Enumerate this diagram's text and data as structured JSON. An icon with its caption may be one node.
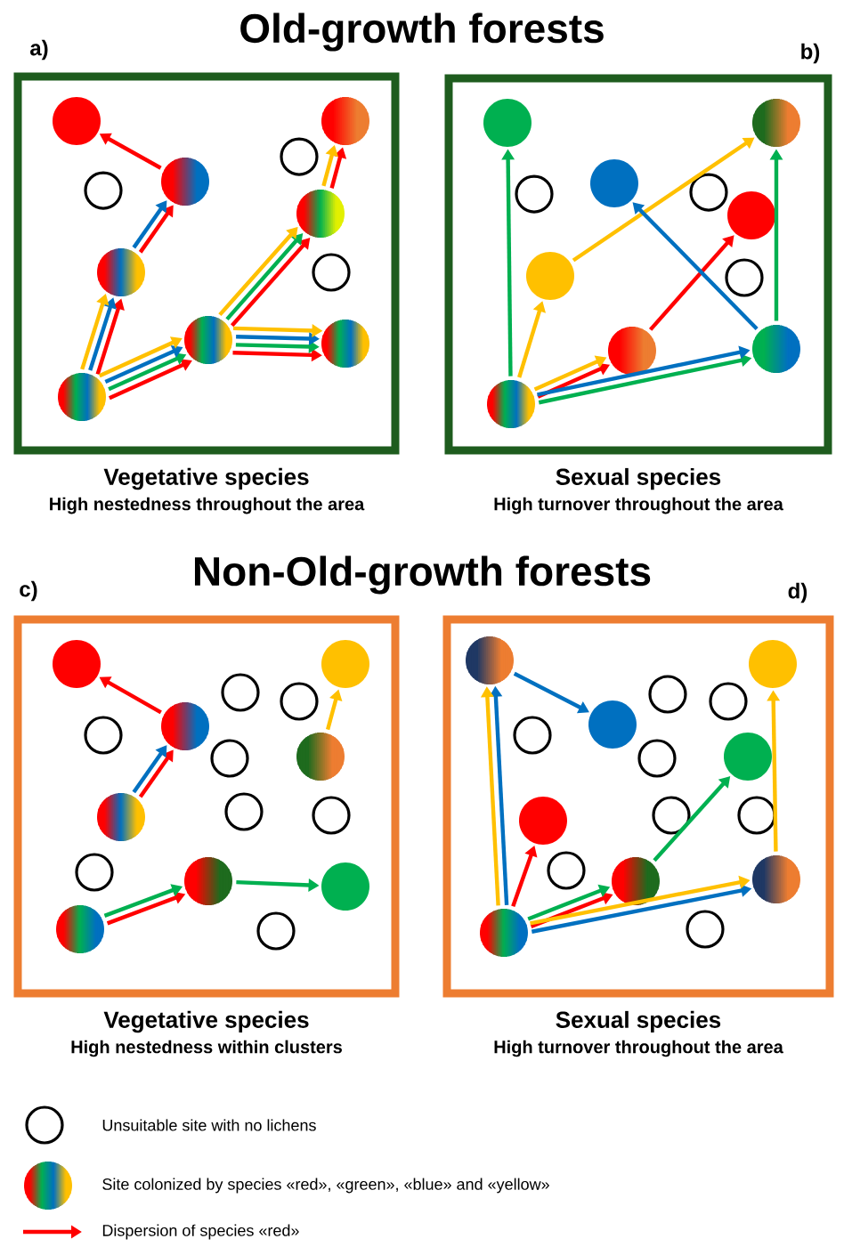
{
  "diagram": {
    "nodes": [
      {
        "text": [],
        "shape": "box",
        "beside": [
          "Vegetative species",
          "High nestedness throughout the area"
        ]
      },
      {
        "text": [],
        "shape": "circle",
        "in": 0
      },
      {
        "text": [],
        "shape": "circle",
        "in": 0
      },
      {
        "text": [],
        "shape": "circle",
        "in": 0
      },
      {
        "text": [],
        "shape": "circle",
        "in": 0
      },
      {
        "text": [],
        "shape": "circle",
        "in": 0
      },
      {
        "text": [],
        "shape": "circle",
        "in": 0
      },
      {
        "text": [],
        "shape": "circle",
        "in": 0
      },
      {
        "text": [],
        "shape": "circle",
        "in": 0
      },
      {
        "text": [],
        "shape": "circle",
        "in": 0
      },
      {
        "text": [],
        "shape": "circle",
        "in": 0
      },
      {
        "text": [],
        "shape": "circle",
        "in": 0
      },
      {
        "text": [],
        "shape": "box",
        "beside": [
          "Sexual species",
          "High turnover throughout the area"
        ]
      },
      {
        "text": [],
        "shape": "circle",
        "in": 12
      },
      {
        "text": [],
        "shape": "circle",
        "in": 12
      },
      {
        "text": [],
        "shape": "circle",
        "in": 12
      },
      {
        "text": [],
        "shape": "circle",
        "in": 12
      },
      {
        "text": [],
        "shape": "circle",
        "in": 12
      },
      {
        "text": [],
        "shape": "circle",
        "in": 12
      },
      {
        "text": [],
        "shape": "circle",
        "in": 12
      },
      {
        "text": [],
        "shape": "circle",
        "in": 12
      },
      {
        "text": [],
        "shape": "circle",
        "in": 12
      },
      {
        "text": [],
        "shape": "circle",
        "in": 12
      },
      {
        "text": [],
        "shape": "circle",
        "in": 12
      },
      {
        "text": [],
        "shape": "box",
        "beside": [
          "Vegetative species",
          "High nestedness within clusters"
        ]
      },
      {
        "text": [],
        "shape": "circle",
        "in": 24
      },
      {
        "text": [],
        "shape": "circle",
        "in": 24
      },
      {
        "text": [],
        "shape": "circle",
        "in": 24
      },
      {
        "text": [],
        "shape": "circle",
        "in": 24
      },
      {
        "text": [],
        "shape": "circle",
        "in": 24
      },
      {
        "text": [],
        "shape": "circle",
        "in": 24
      },
      {
        "text": [],
        "shape": "circle",
        "in": 24
      },
      {
        "text": [],
        "shape": "circle",
        "in": 24
      },
      {
        "text": [],
        "shape": "circle",
        "in": 24
      },
      {
        "text": [],
        "shape": "circle",
        "in": 24
      },
      {
        "text": [],
        "shape": "circle",
        "in": 24
      },
      {
        "text": [],
        "shape": "circle",
        "in": 24
      },
      {
        "text": [],
        "shape": "circle",
        "in": 24
      },
      {
        "text": [],
        "shape": "circle",
        "in": 24
      },
      {
        "text": [],
        "shape": "circle",
        "in": 24
      },
      {
        "text": [],
        "shape": "circle",
        "in": 24
      },
      {
        "text": [],
        "shape": "box",
        "beside": [
          "Sexual species",
          "High turnover throughout the area"
        ]
      },
      {
        "text": [],
        "shape": "circle",
        "in": 41
      },
      {
        "text": [],
        "shape": "circle",
        "in": 41
      },
      {
        "text": [],
        "shape": "circle",
        "in": 41
      },
      {
        "text": [],
        "shape": "circle",
        "in": 41
      },
      {
        "text": [],
        "shape": "circle",
        "in": 41
      },
      {
        "text": [],
        "shape": "circle",
        "in": 41
      },
      {
        "text": [],
        "shape": "circle",
        "in": 41
      },
      {
        "text": [],
        "shape": "circle",
        "in": 41
      },
      {
        "text": [],
        "shape": "circle",
        "in": 41
      },
      {
        "text": [],
        "shape": "circle",
        "in": 41
      },
      {
        "text": [],
        "shape": "circle",
        "in": 41
      },
      {
        "text": [],
        "shape": "circle",
        "in": 41
      },
      {
        "text": [],
        "shape": "circle",
        "in": 41
      },
      {
        "text": [],
        "shape": "circle",
        "in": 41
      },
      {
        "text": [],
        "shape": "circle",
        "in": 41
      },
      {
        "text": [],
        "shape": "circle",
        "in": 41
      }
    ],
    "edges": [
      {
        "from": 2,
        "to": 1,
        "arrow": "to",
        "color": "#ff0000"
      },
      {
        "from": 3,
        "to": 2,
        "arrow": "to",
        "color": "#ff0000"
      },
      {
        "from": 3,
        "to": 2,
        "arrow": "to",
        "color": "#0070c0"
      },
      {
        "from": 4,
        "to": 3,
        "arrow": "to",
        "color": "#ff0000"
      },
      {
        "from": 4,
        "to": 3,
        "arrow": "to",
        "color": "#0070c0"
      },
      {
        "from": 4,
        "to": 3,
        "arrow": "to",
        "color": "#ffc000"
      },
      {
        "from": 4,
        "to": 5,
        "arrow": "to",
        "color": "#ff0000"
      },
      {
        "from": 4,
        "to": 5,
        "arrow": "to",
        "color": "#00b050"
      },
      {
        "from": 4,
        "to": 5,
        "arrow": "to",
        "color": "#0070c0"
      },
      {
        "from": 4,
        "to": 5,
        "arrow": "to",
        "color": "#ffc000"
      },
      {
        "from": 5,
        "to": 7,
        "arrow": "to",
        "color": "#ff0000"
      },
      {
        "from": 5,
        "to": 7,
        "arrow": "to",
        "color": "#00b050"
      },
      {
        "from": 5,
        "to": 7,
        "arrow": "to",
        "color": "#ffc000"
      },
      {
        "from": 5,
        "to": 6,
        "arrow": "to",
        "color": "#ff0000"
      },
      {
        "from": 5,
        "to": 6,
        "arrow": "to",
        "color": "#00b050"
      },
      {
        "from": 5,
        "to": 6,
        "arrow": "to",
        "color": "#0070c0"
      },
      {
        "from": 5,
        "to": 6,
        "arrow": "to",
        "color": "#ffc000"
      },
      {
        "from": 7,
        "to": 8,
        "arrow": "to",
        "color": "#ff0000"
      },
      {
        "from": 7,
        "to": 8,
        "arrow": "to",
        "color": "#ffc000"
      },
      {
        "from": 20,
        "to": 13,
        "arrow": "to",
        "color": "#00b050"
      },
      {
        "from": 20,
        "to": 17,
        "arrow": "to",
        "color": "#ffc000"
      },
      {
        "from": 17,
        "to": 15,
        "arrow": "to",
        "color": "#ffc000"
      },
      {
        "from": 20,
        "to": 18,
        "arrow": "to",
        "color": "#ff0000"
      },
      {
        "from": 20,
        "to": 18,
        "arrow": "to",
        "color": "#ffc000"
      },
      {
        "from": 18,
        "to": 16,
        "arrow": "to",
        "color": "#ff0000"
      },
      {
        "from": 19,
        "to": 14,
        "arrow": "to",
        "color": "#0070c0"
      },
      {
        "from": 19,
        "to": 15,
        "arrow": "to",
        "color": "#00b050"
      },
      {
        "from": 20,
        "to": 19,
        "arrow": "to",
        "color": "#00b050"
      },
      {
        "from": 20,
        "to": 19,
        "arrow": "to",
        "color": "#0070c0"
      },
      {
        "from": 26,
        "to": 25,
        "arrow": "to",
        "color": "#ff0000"
      },
      {
        "from": 27,
        "to": 26,
        "arrow": "to",
        "color": "#ff0000"
      },
      {
        "from": 27,
        "to": 26,
        "arrow": "to",
        "color": "#0070c0"
      },
      {
        "from": 28,
        "to": 29,
        "arrow": "to",
        "color": "#ffc000"
      },
      {
        "from": 32,
        "to": 30,
        "arrow": "to",
        "color": "#ff0000"
      },
      {
        "from": 32,
        "to": 30,
        "arrow": "to",
        "color": "#00b050"
      },
      {
        "from": 30,
        "to": 31,
        "arrow": "to",
        "color": "#00b050"
      },
      {
        "from": 49,
        "to": 42,
        "arrow": "to",
        "color": "#0070c0"
      },
      {
        "from": 49,
        "to": 42,
        "arrow": "to",
        "color": "#ffc000"
      },
      {
        "from": 42,
        "to": 43,
        "arrow": "to",
        "color": "#0070c0"
      },
      {
        "from": 48,
        "to": 44,
        "arrow": "to",
        "color": "#ffc000"
      },
      {
        "from": 49,
        "to": 46,
        "arrow": "to",
        "color": "#ff0000"
      },
      {
        "from": 49,
        "to": 47,
        "arrow": "to",
        "color": "#ff0000"
      },
      {
        "from": 49,
        "to": 47,
        "arrow": "to",
        "color": "#00b050"
      },
      {
        "from": 47,
        "to": 45,
        "arrow": "to",
        "color": "#00b050"
      },
      {
        "from": 49,
        "to": 48,
        "arrow": "to",
        "color": "#0070c0"
      },
      {
        "from": 49,
        "to": 48,
        "arrow": "to",
        "color": "#ffc000"
      }
    ],
    "labels": [
      "Old-growth forests",
      "a)",
      "b)",
      "Non-Old-growth forests",
      "c)",
      "d)"
    ],
    "legend": [
      {
        "text": "Unsuitable site with no lichens"
      },
      {
        "text": "Site colonized by species «red», «green», «blue» and «yellow»"
      },
      {
        "text": "Dispersion of species «red»"
      }
    ]
  }
}
